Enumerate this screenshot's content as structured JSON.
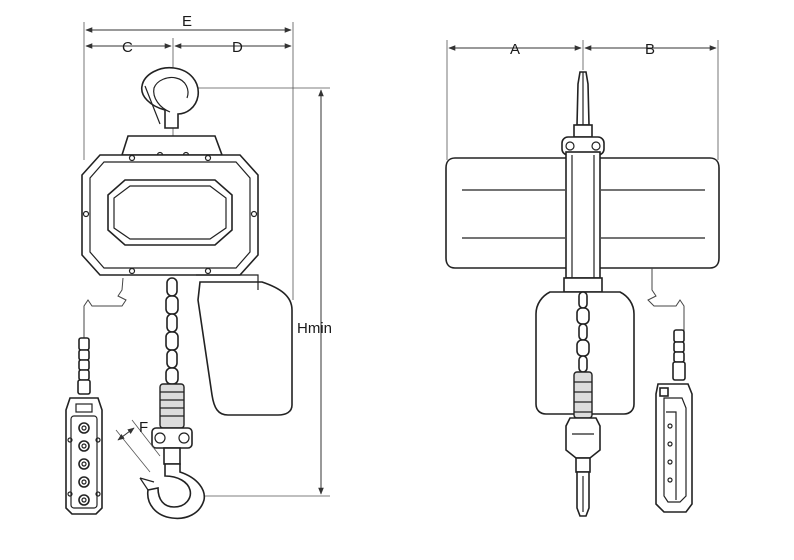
{
  "labels": {
    "E": "E",
    "C": "C",
    "D": "D",
    "A": "A",
    "B": "B",
    "Hmin": "Hmin",
    "F": "F"
  },
  "colors": {
    "line": "#222222",
    "fill": "#ffffff",
    "shade": "#dcdcdc"
  }
}
